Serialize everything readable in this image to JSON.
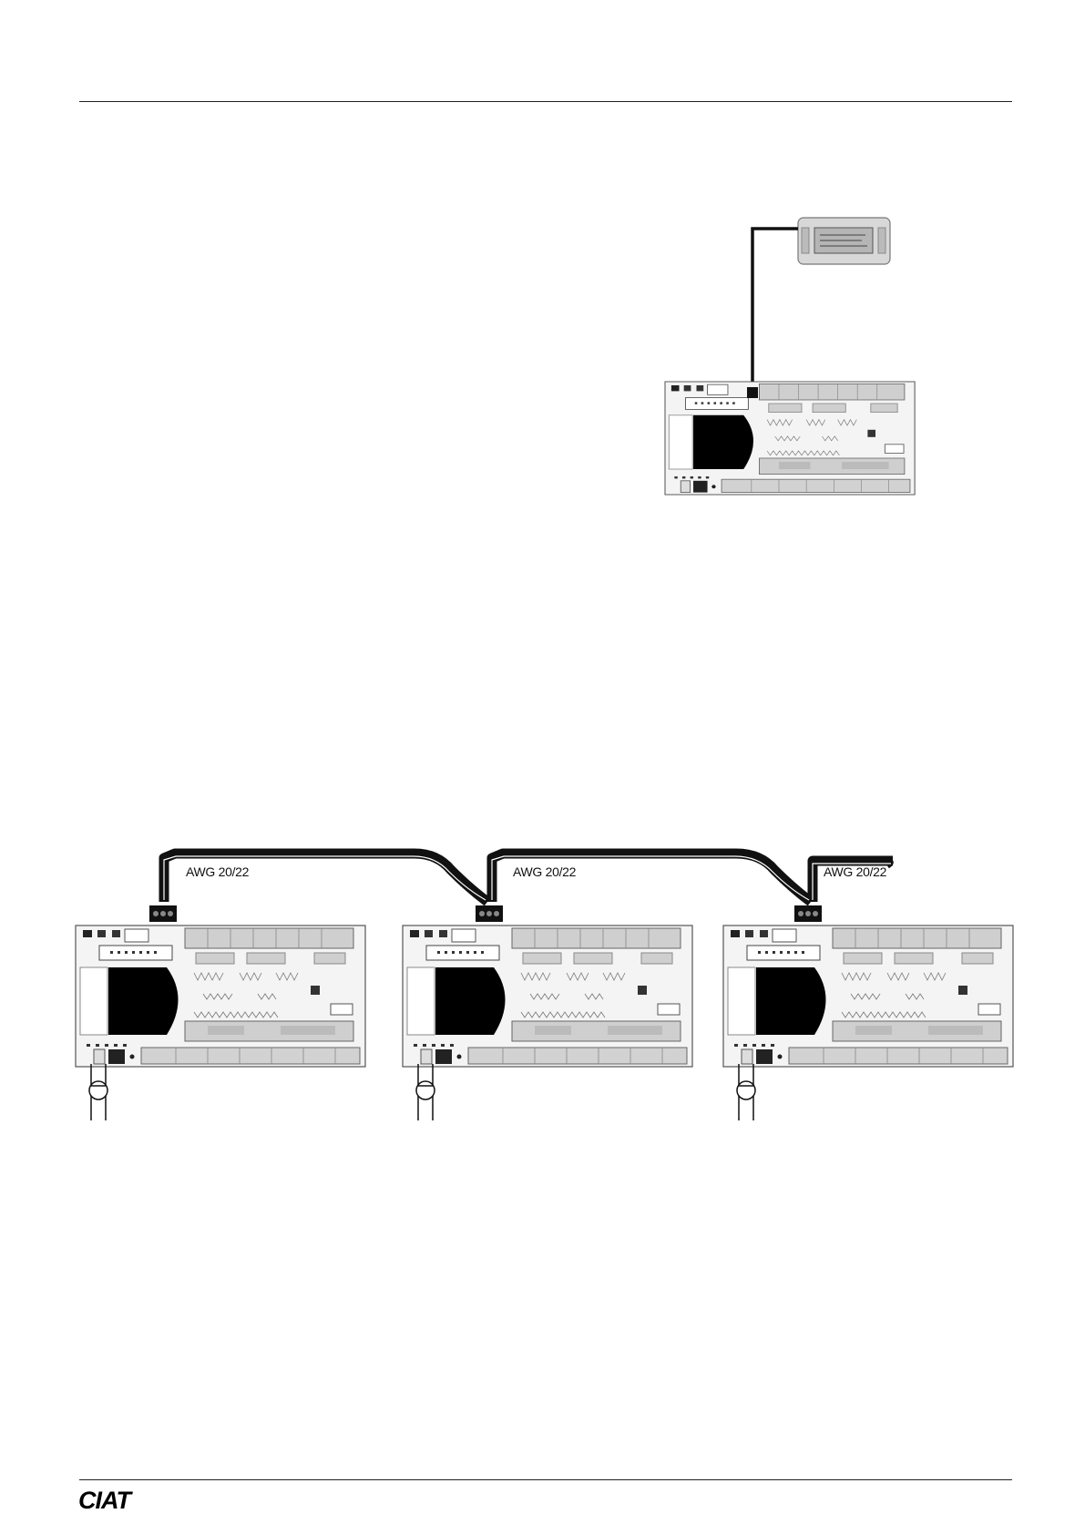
{
  "footer": {
    "logo_text": "CIAT"
  },
  "diagram_bottom": {
    "cable_labels": [
      "AWG 20/22",
      "AWG 20/22",
      "AWG 20/22"
    ]
  }
}
